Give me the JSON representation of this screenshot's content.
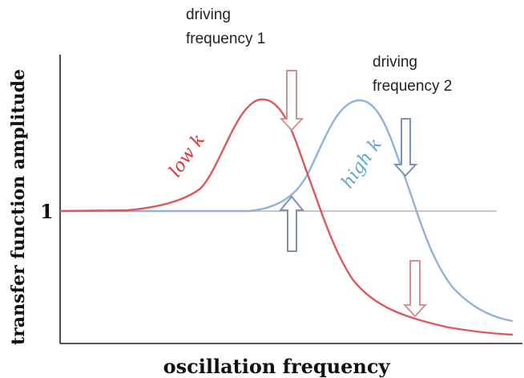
{
  "chart_data": {
    "type": "line",
    "xlabel": "oscillation frequency",
    "ylabel": "transfer function amplitude",
    "y_tick": "1",
    "series": [
      {
        "name": "low k",
        "color": "#e0575b"
      },
      {
        "name": "high k",
        "color": "#8fb2dd"
      }
    ],
    "reference_line_color": "#c8c8c8",
    "annotations": [
      {
        "line1": "driving",
        "line2": "frequency 1"
      },
      {
        "line1": "driving",
        "line2": "frequency 2"
      }
    ],
    "arrow_colors": {
      "red": "#d2928f",
      "blue": "#7b91b8"
    }
  }
}
